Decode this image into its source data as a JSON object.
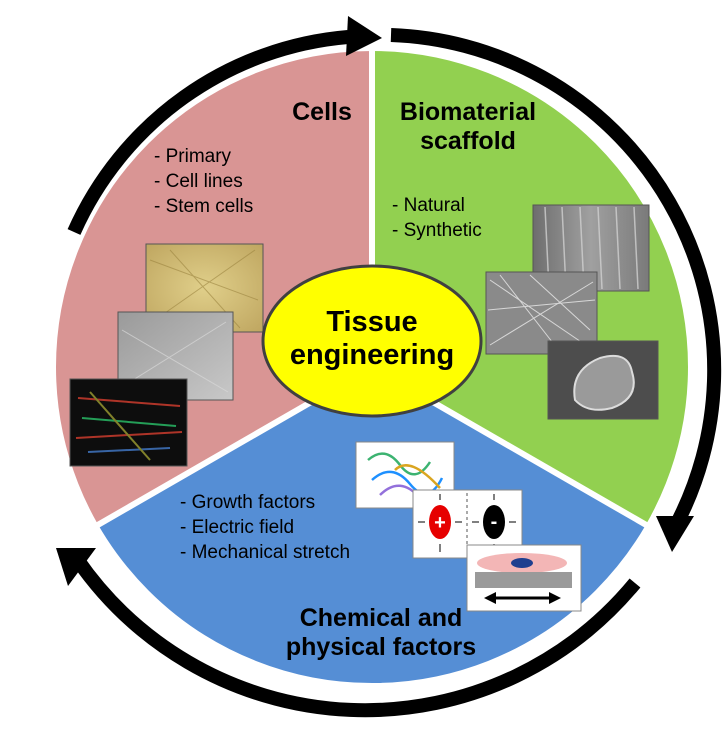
{
  "center": {
    "line1": "Tissue",
    "line2": "engineering",
    "fill": "#ffff00"
  },
  "cells": {
    "title": "Cells",
    "items": [
      "Primary",
      "Cell lines",
      "Stem cells"
    ],
    "fill": "#d99594"
  },
  "scaffold": {
    "title_line1": "Biomaterial",
    "title_line2": "scaffold",
    "items": [
      "Natural",
      "Synthetic"
    ],
    "fill": "#92d050"
  },
  "factors": {
    "title_line1": "Chemical and",
    "title_line2": "physical factors",
    "items": [
      "Growth factors",
      "Electric field",
      "Mechanical stretch"
    ],
    "fill": "#558ed5"
  },
  "colors": {
    "arrow": "#000000",
    "divider": "#ffffff"
  }
}
